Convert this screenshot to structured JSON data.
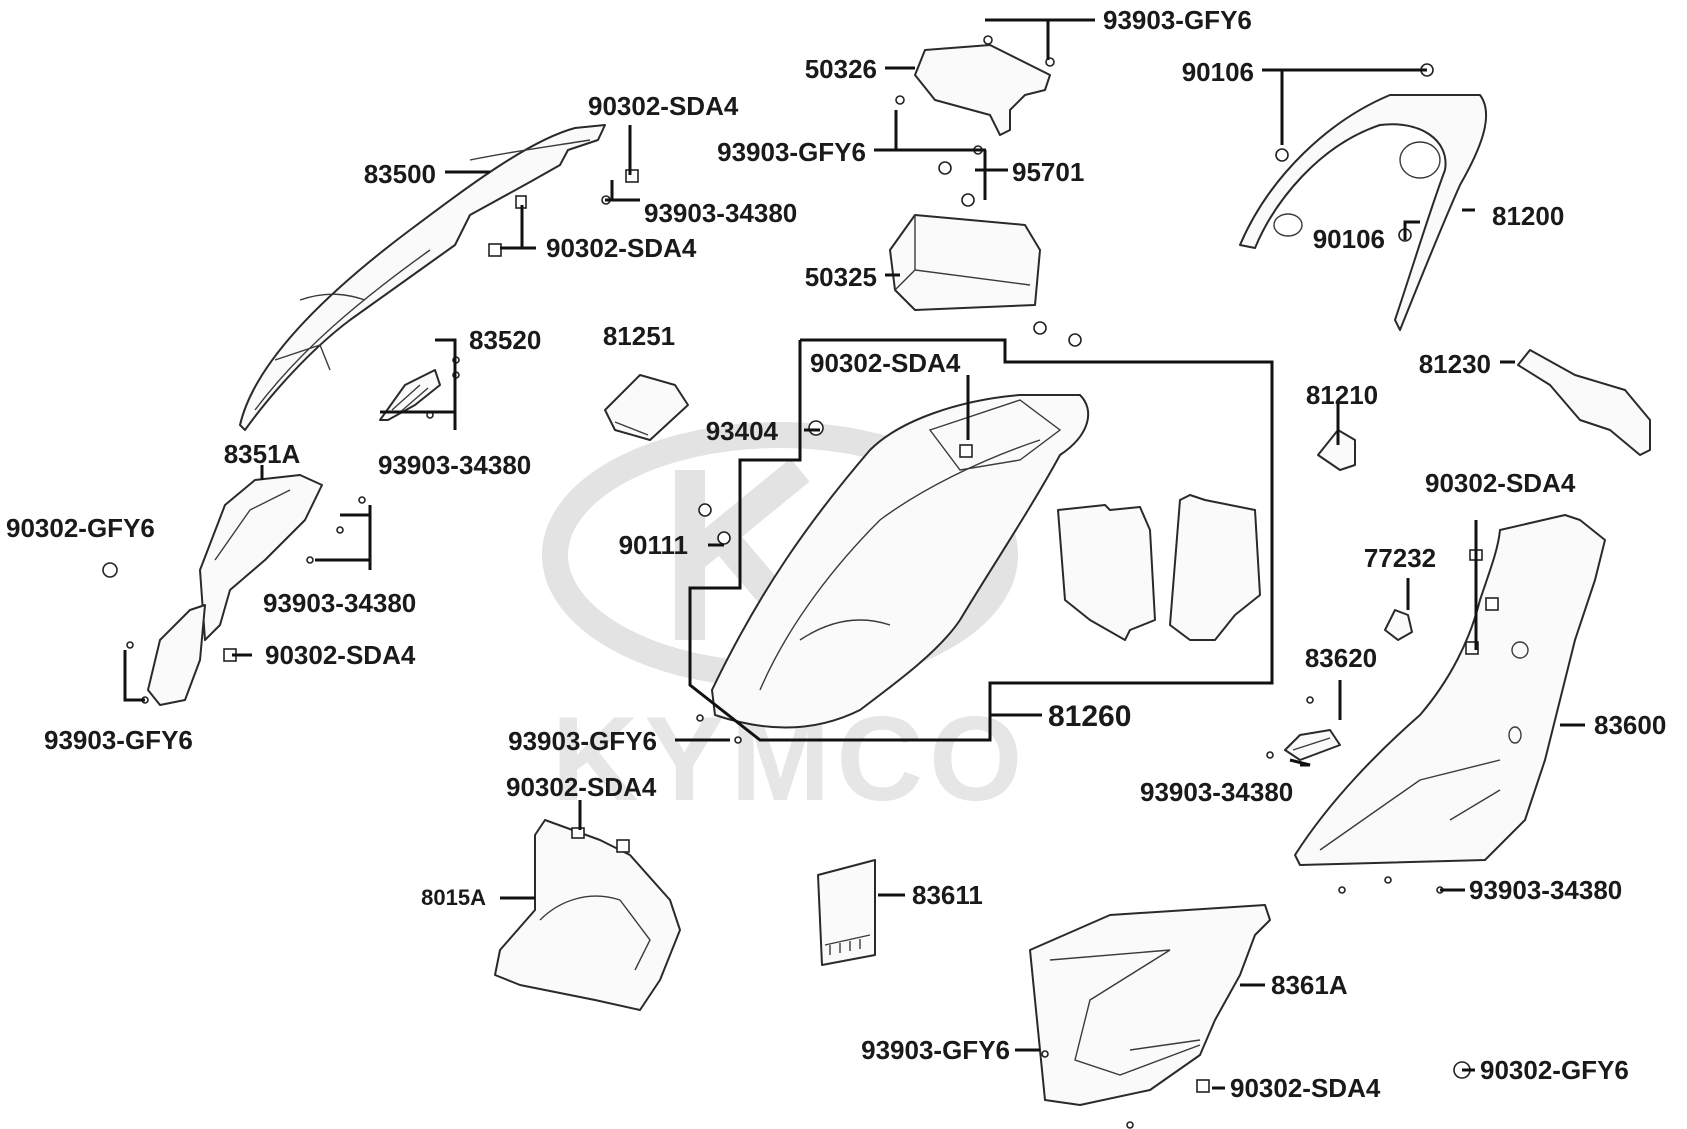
{
  "watermark": {
    "brand": "KYMCO"
  },
  "labels": {
    "l_93903_gfy6_top": "93903-GFY6",
    "l_50326": "50326",
    "l_93903_gfy6_b": "93903-GFY6",
    "l_95701": "95701",
    "l_50325": "50325",
    "l_90106_a": "90106",
    "l_90106_b": "90106",
    "l_81200": "81200",
    "l_90302_sda4_a": "90302-SDA4",
    "l_83500": "83500",
    "l_93903_34380_a": "93903-34380",
    "l_90302_sda4_b": "90302-SDA4",
    "l_83520": "83520",
    "l_93903_34380_b": "93903-34380",
    "l_81251": "81251",
    "l_90302_sda4_c": "90302-SDA4",
    "l_93404": "93404",
    "l_90111": "90111",
    "l_81210": "81210",
    "l_81230": "81230",
    "l_8351a": "8351A",
    "l_90302_gfy6_a": "90302-GFY6",
    "l_93903_34380_c": "93903-34380",
    "l_90302_sda4_d": "90302-SDA4",
    "l_93903_gfy6_c": "93903-GFY6",
    "l_93903_gfy6_d": "93903-GFY6",
    "l_81260": "81260",
    "l_90302_sda4_e": "90302-SDA4",
    "l_77232": "77232",
    "l_83620": "83620",
    "l_83600": "83600",
    "l_93903_34380_d": "93903-34380",
    "l_90302_sda4_f": "90302-SDA4",
    "l_8015a": "8015A",
    "l_83611": "83611",
    "l_93903_34380_e": "93903-34380",
    "l_8361a": "8361A",
    "l_93903_gfy6_e": "93903-GFY6",
    "l_90302_gfy6_b": "90302-GFY6",
    "l_90302_sda4_g": "90302-SDA4"
  }
}
